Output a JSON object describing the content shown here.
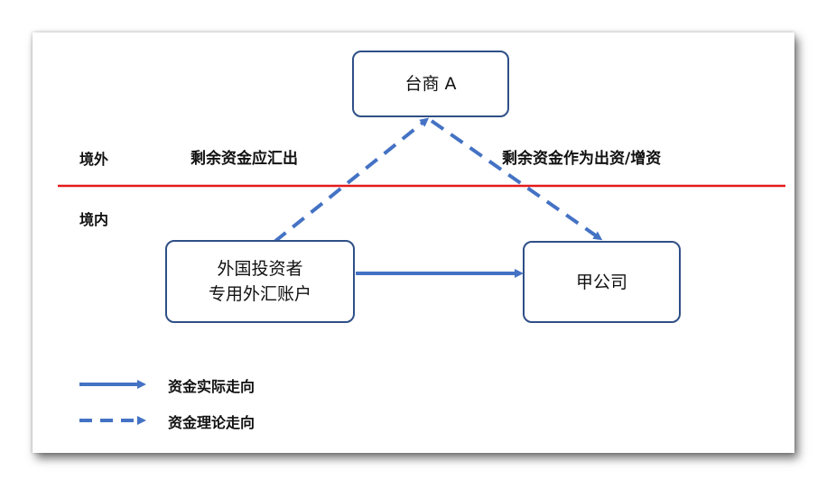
{
  "regions": {
    "outside": "境外",
    "inside": "境内"
  },
  "nodes": {
    "taishang": "台商 A",
    "account": [
      "外国投资者",
      "专用外汇账户"
    ],
    "company": "甲公司"
  },
  "flow_labels": {
    "left": "剩余资金应汇出",
    "right": "剩余资金作为出资/增资"
  },
  "legend": {
    "actual": "资金实际走向",
    "theory": "资金理论走向"
  },
  "colors": {
    "arrow": "#4472c4",
    "border_line": "#e31a1c",
    "box_border": "#2f4f86"
  }
}
